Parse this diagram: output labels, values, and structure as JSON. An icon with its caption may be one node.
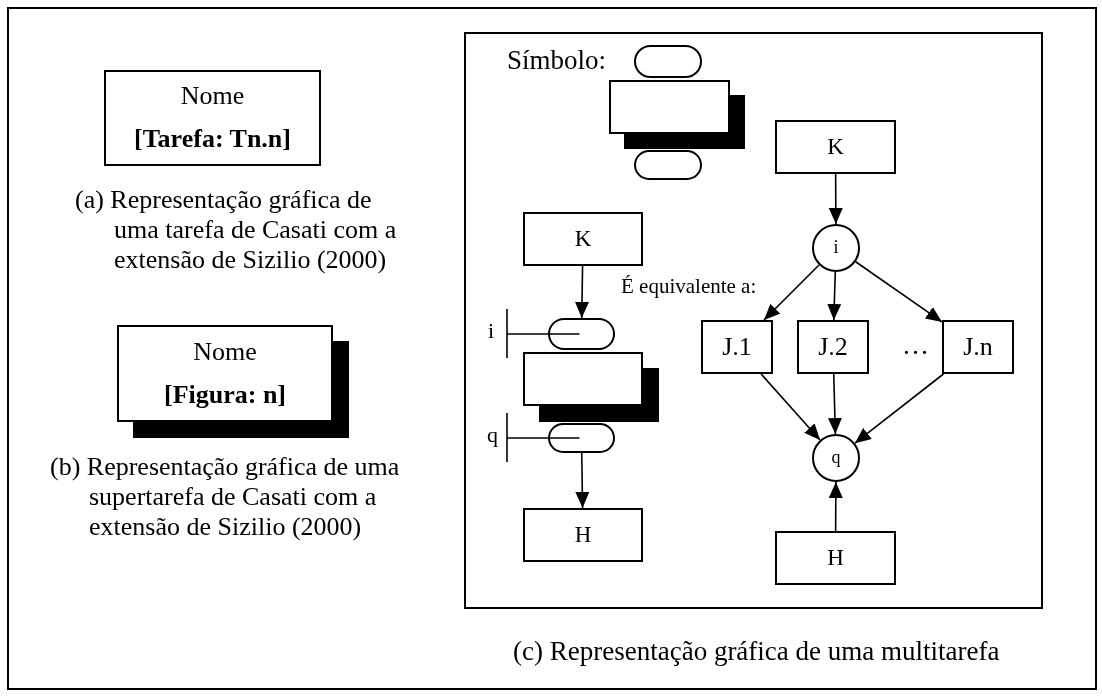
{
  "diagram": {
    "nodes": [
      {
        "text": [
          "Nome",
          "[Tarefa: Tn.n]"
        ],
        "beside": [
          "(a) Representação gráfica de uma tarefa de Casati com a extensão de Sizilio (2000)"
        ]
      },
      {
        "text": [
          "Nome",
          "[Figura: n]"
        ],
        "beside": [
          "(b) Representação gráfica de uma supertarefa de Casati com a extensão de Sizilio (2000)"
        ]
      },
      {
        "text": [],
        "shape": "box",
        "beside": [
          "(c) Representação gráfica de uma multitarefa"
        ]
      },
      {
        "text": [],
        "shape": "capsule",
        "in": 2
      },
      {
        "text": [],
        "shape": "box",
        "in": 2
      },
      {
        "text": [],
        "shape": "capsule",
        "in": 2
      },
      {
        "text": [
          "K"
        ],
        "in": 2
      },
      {
        "text": [],
        "shape": "capsule",
        "in": 2
      },
      {
        "text": [],
        "shape": "box",
        "in": 2
      },
      {
        "text": [],
        "shape": "capsule",
        "in": 2
      },
      {
        "text": [
          "H"
        ],
        "in": 2
      },
      {
        "text": [
          "K"
        ],
        "in": 2
      },
      {
        "text": [
          "i"
        ],
        "in": 2
      },
      {
        "text": [
          "J.1"
        ],
        "in": 2
      },
      {
        "text": [
          "J.2"
        ],
        "in": 2
      },
      {
        "text": [
          "J.n"
        ],
        "in": 2
      },
      {
        "text": [
          "q"
        ],
        "in": 2
      },
      {
        "text": [
          "H"
        ],
        "in": 2
      }
    ],
    "edges": [
      {
        "from": 6,
        "to": 7,
        "arrow": "to"
      },
      {
        "from": 9,
        "to": 10,
        "arrow": "to"
      },
      {
        "from": 11,
        "to": 12,
        "arrow": "to"
      },
      {
        "from": 12,
        "to": 13,
        "arrow": "to"
      },
      {
        "from": 12,
        "to": 14,
        "arrow": "to"
      },
      {
        "from": 12,
        "to": 15,
        "arrow": "to"
      },
      {
        "from": 13,
        "to": 16,
        "arrow": "to"
      },
      {
        "from": 14,
        "to": 16,
        "arrow": "to"
      },
      {
        "from": 15,
        "to": 16,
        "arrow": "to"
      },
      {
        "from": 17,
        "to": 16,
        "arrow": "to"
      }
    ],
    "labels": [
      "Símbolo:",
      "É equivalente a:",
      "i",
      "…",
      "q"
    ]
  }
}
